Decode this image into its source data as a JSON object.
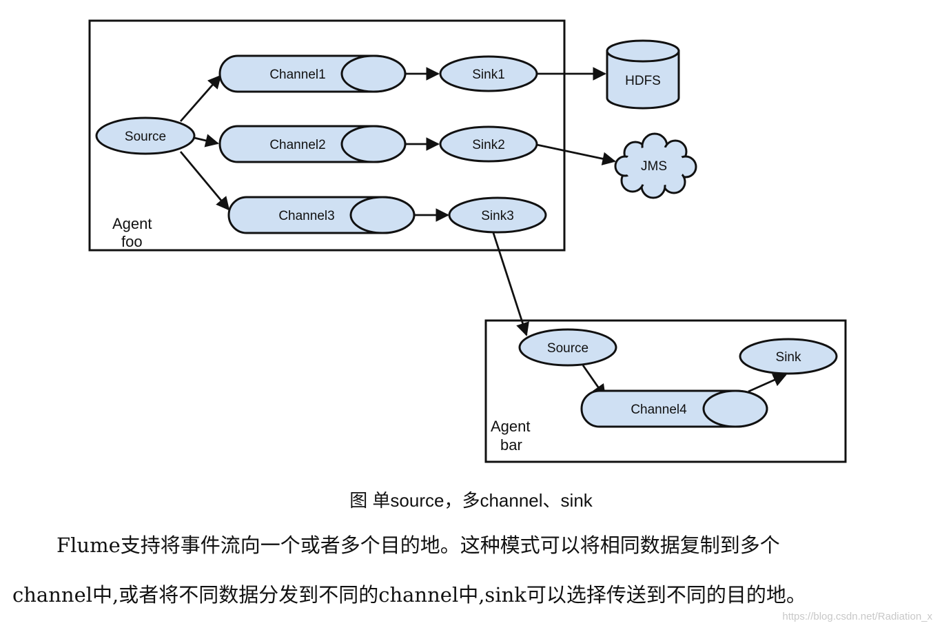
{
  "diagram": {
    "agent_foo": {
      "label_line1": "Agent",
      "label_line2": "foo",
      "source": "Source",
      "channels": [
        "Channel1",
        "Channel2",
        "Channel3"
      ],
      "sinks": [
        "Sink1",
        "Sink2",
        "Sink3"
      ]
    },
    "destinations": {
      "hdfs": "HDFS",
      "jms": "JMS"
    },
    "agent_bar": {
      "label_line1": "Agent",
      "label_line2": "bar",
      "source": "Source",
      "channel": "Channel4",
      "sink": "Sink"
    },
    "colors": {
      "node_fill": "#cfe0f3",
      "stroke": "#111111"
    }
  },
  "caption": "图 单source，多channel、sink",
  "paragraph": {
    "line1": "Flume支持将事件流向一个或者多个目的地。这种模式可以将相同数据复制到多个",
    "line2": "channel中,或者将不同数据分发到不同的channel中,sink可以选择传送到不同的目的地。"
  },
  "watermark": "https://blog.csdn.net/Radiation_x"
}
